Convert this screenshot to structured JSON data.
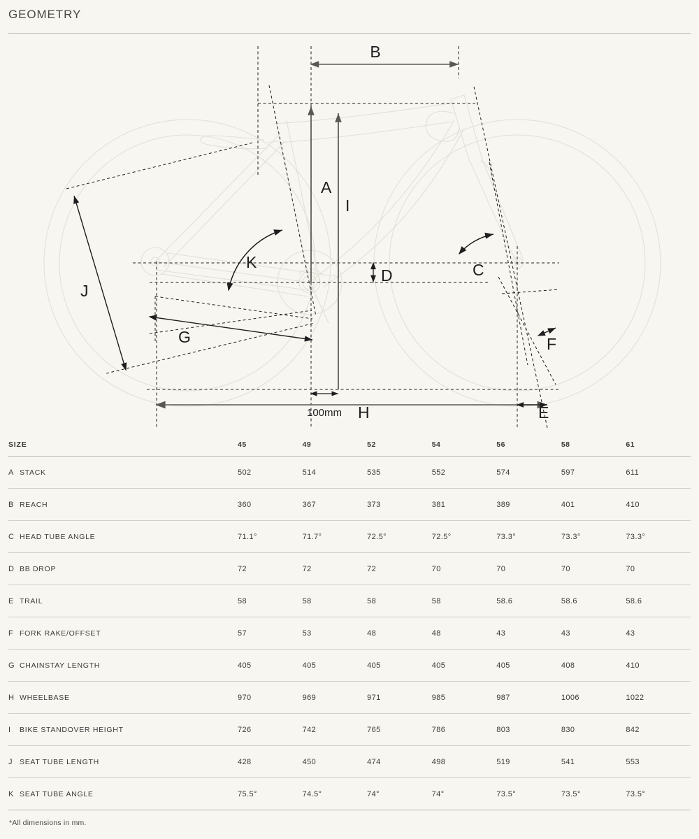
{
  "header": {
    "title": "GEOMETRY"
  },
  "diagram": {
    "name": "bicycle-geometry-diagram",
    "callouts": [
      {
        "key": "A",
        "label": "A",
        "meaning": "stack"
      },
      {
        "key": "B",
        "label": "B",
        "meaning": "reach"
      },
      {
        "key": "C",
        "label": "C",
        "meaning": "head-tube-angle"
      },
      {
        "key": "D",
        "label": "D",
        "meaning": "bb-drop"
      },
      {
        "key": "E",
        "label": "E",
        "meaning": "trail"
      },
      {
        "key": "F",
        "label": "F",
        "meaning": "fork-rake-offset"
      },
      {
        "key": "G",
        "label": "G",
        "meaning": "chainstay-length"
      },
      {
        "key": "H",
        "label": "H",
        "meaning": "wheelbase"
      },
      {
        "key": "I",
        "label": "I",
        "meaning": "bike-standover-height"
      },
      {
        "key": "J",
        "label": "J",
        "meaning": "seat-tube-length"
      },
      {
        "key": "K",
        "label": "K",
        "meaning": "seat-tube-angle"
      }
    ],
    "scale_note": "100mm"
  },
  "table": {
    "size_header": "SIZE",
    "sizes": [
      "45",
      "49",
      "52",
      "54",
      "56",
      "58",
      "61"
    ],
    "rows": [
      {
        "letter": "A",
        "name": "STACK",
        "values": [
          "502",
          "514",
          "535",
          "552",
          "574",
          "597",
          "611"
        ]
      },
      {
        "letter": "B",
        "name": "REACH",
        "values": [
          "360",
          "367",
          "373",
          "381",
          "389",
          "401",
          "410"
        ]
      },
      {
        "letter": "C",
        "name": "HEAD TUBE ANGLE",
        "values": [
          "71.1°",
          "71.7°",
          "72.5°",
          "72.5°",
          "73.3°",
          "73.3°",
          "73.3°"
        ]
      },
      {
        "letter": "D",
        "name": "BB DROP",
        "values": [
          "72",
          "72",
          "72",
          "70",
          "70",
          "70",
          "70"
        ]
      },
      {
        "letter": "E",
        "name": "TRAIL",
        "values": [
          "58",
          "58",
          "58",
          "58",
          "58.6",
          "58.6",
          "58.6"
        ]
      },
      {
        "letter": "F",
        "name": "FORK RAKE/OFFSET",
        "values": [
          "57",
          "53",
          "48",
          "48",
          "43",
          "43",
          "43"
        ]
      },
      {
        "letter": "G",
        "name": "CHAINSTAY LENGTH",
        "values": [
          "405",
          "405",
          "405",
          "405",
          "405",
          "408",
          "410"
        ]
      },
      {
        "letter": "H",
        "name": "WHEELBASE",
        "values": [
          "970",
          "969",
          "971",
          "985",
          "987",
          "1006",
          "1022"
        ]
      },
      {
        "letter": "I",
        "name": "BIKE STANDOVER HEIGHT",
        "values": [
          "726",
          "742",
          "765",
          "786",
          "803",
          "830",
          "842"
        ]
      },
      {
        "letter": "J",
        "name": "SEAT TUBE LENGTH",
        "values": [
          "428",
          "450",
          "474",
          "498",
          "519",
          "541",
          "553"
        ]
      },
      {
        "letter": "K",
        "name": "SEAT TUBE ANGLE",
        "values": [
          "75.5°",
          "74.5°",
          "74°",
          "74°",
          "73.5°",
          "73.5°",
          "73.5°"
        ]
      }
    ],
    "footnote": "*All dimensions in mm."
  },
  "colors": {
    "background": "#f8f6f0",
    "text": "#3b3a38",
    "rule": "#bdbab2",
    "row_rule": "#d2cfc7",
    "bike_outline": "#e2e0d9",
    "dimension_line": "#6f6d69",
    "callout_line": "#1e1e1e"
  }
}
